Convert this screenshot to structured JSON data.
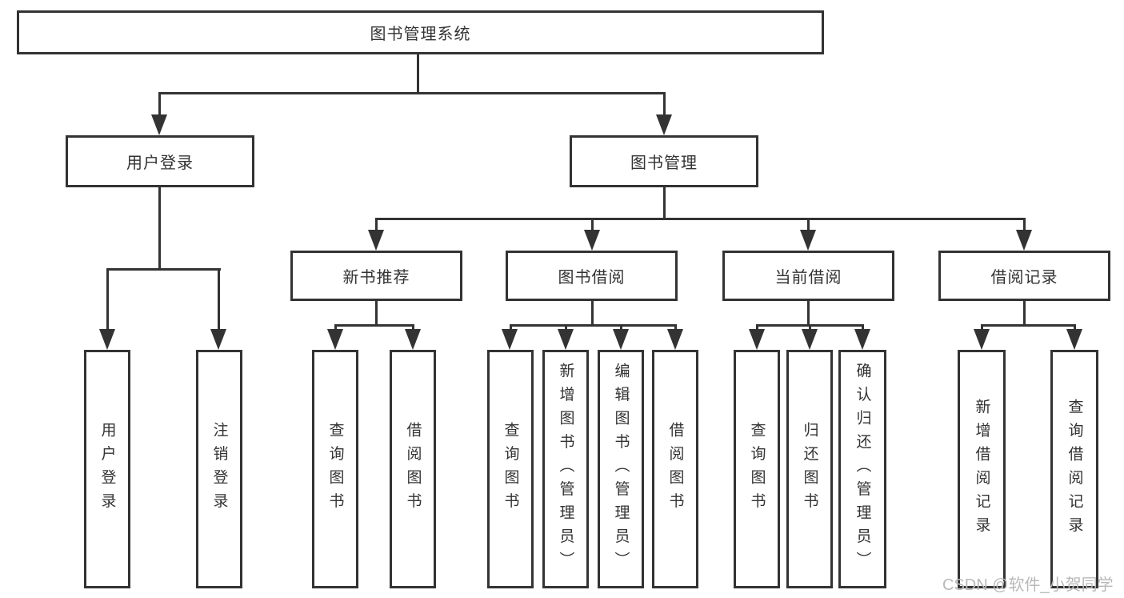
{
  "colors": {
    "line": "#333333",
    "text": "#333333",
    "background": "#ffffff",
    "watermark": "#b9b9b9"
  },
  "diagram": {
    "type": "hierarchy-tree",
    "root": "图书管理系统",
    "level2": {
      "user_login": "用户登录",
      "book_management": "图书管理"
    },
    "level3": {
      "new_book": "新书推荐",
      "book_borrow": "图书借阅",
      "current_borrow": "当前借阅",
      "borrow_record": "借阅记录"
    },
    "leaves": {
      "user_login": [
        "用户登录",
        "注销登录"
      ],
      "new_book": [
        "查询图书",
        "借阅图书"
      ],
      "book_borrow": [
        "查询图书",
        "新增图书（管理员）",
        "编辑图书（管理员）",
        "借阅图书"
      ],
      "current_borrow": [
        "查询图书",
        "归还图书",
        "确认归还（管理员）"
      ],
      "borrow_record": [
        "新增借阅记录",
        "查询借阅记录"
      ]
    }
  },
  "watermark": "CSDN @软件_小贺同学"
}
